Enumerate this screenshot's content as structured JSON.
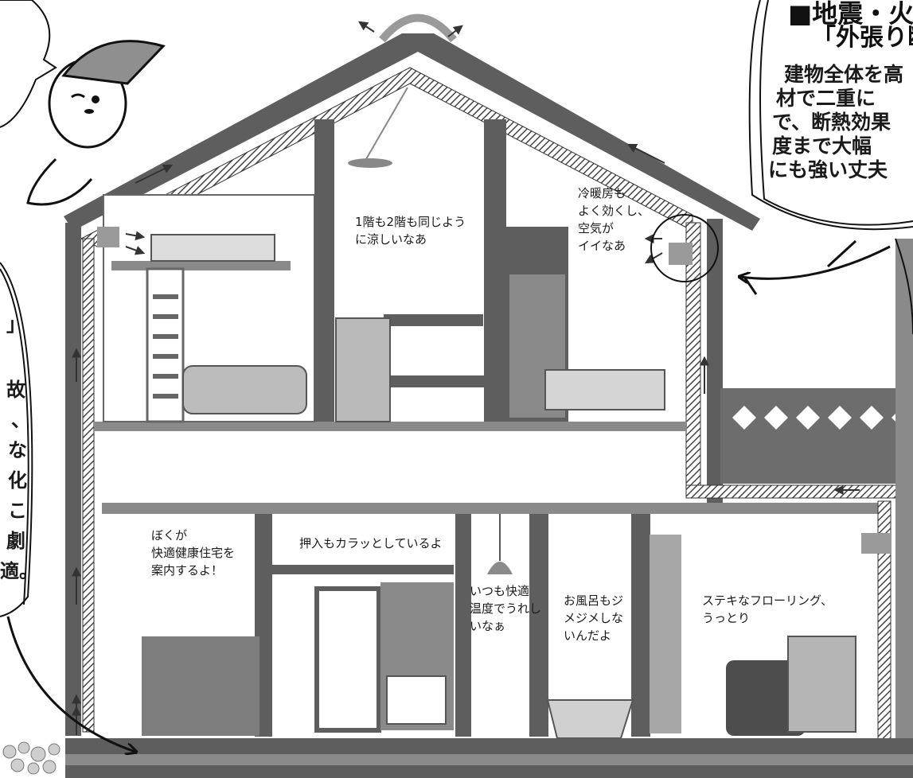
{
  "header": {
    "title_line1": "■地震・火",
    "title_line2": "「外張り断"
  },
  "right_panel": {
    "lines": [
      "建物全体を高",
      "材で二重に",
      "で、断熱効果",
      "度まで大幅",
      "にも強い丈夫"
    ]
  },
  "left_panel": {
    "top_bracket": "」",
    "chars": [
      "故",
      "、",
      "な",
      "化",
      "こ",
      "劇",
      "適。"
    ]
  },
  "bubbles": {
    "upstairs_both": "1階も2階も同じよう\nに涼しいなあ",
    "aircon": "冷暖房も\nよく効くし、\n空気が\nイイなあ",
    "guide": "ぼくが\n快適健康住宅を\n案内するよ！",
    "closet": "押入もカラッとしているよ",
    "toilet": "いつも快適\n温度でうれし\nいなぁ",
    "bath": "お風呂もジ\nメジメしな\nいんだよ",
    "flooring": "ステキなフローリング、\nうっとり"
  },
  "colors": {
    "wall_dark": "#5e5e5e",
    "wall_mid": "#8a8a8a",
    "wall_light": "#b9b9b9",
    "insulation_hatch": "#444444",
    "outline": "#222222",
    "background": "#ffffff"
  },
  "icons": [
    "mascot-character",
    "arrow-icon",
    "hatched-insulation",
    "zoom-circle"
  ]
}
